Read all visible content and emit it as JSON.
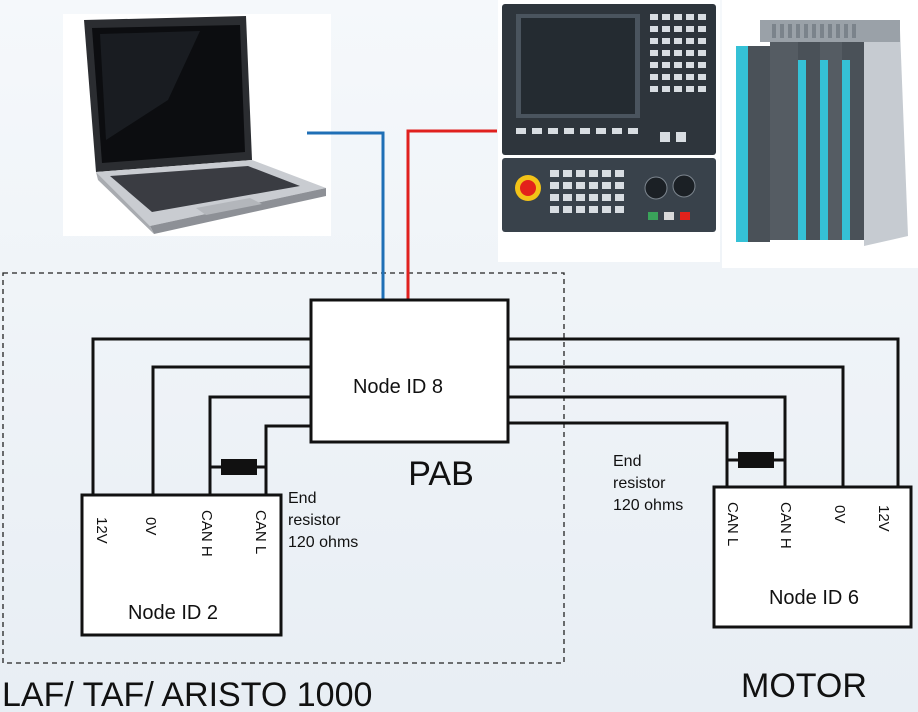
{
  "colors": {
    "wire": "#111111",
    "blue_link": "#1f6fb6",
    "red_link": "#e0201e",
    "resistor": "#111111",
    "dashed_border": "#222222",
    "panel_body": "#2a3138",
    "drive_teal": "#35c1d6",
    "estop_red": "#e3221b",
    "estop_yellow": "#f3c318"
  },
  "icons": {
    "laptop": "laptop-icon",
    "cnc_panel": "cnc-control-panel-icon",
    "drive": "servo-drive-modules-icon"
  },
  "pab": {
    "node_label": "Node ID 8",
    "name": "PAB"
  },
  "left_node": {
    "node_label": "Node ID 2",
    "pins": [
      "12V",
      "0V",
      "CAN H",
      "CAN L"
    ],
    "resistor_label": [
      "End",
      "resistor",
      "120 ohms"
    ],
    "group_label": "LAF/ TAF/ ARISTO 1000"
  },
  "right_node": {
    "node_label": "Node ID 6",
    "pins": [
      "CAN L",
      "CAN H",
      "0V",
      "12V"
    ],
    "resistor_label": [
      "End",
      "resistor",
      "120 ohms"
    ],
    "group_label": "MOTOR"
  }
}
